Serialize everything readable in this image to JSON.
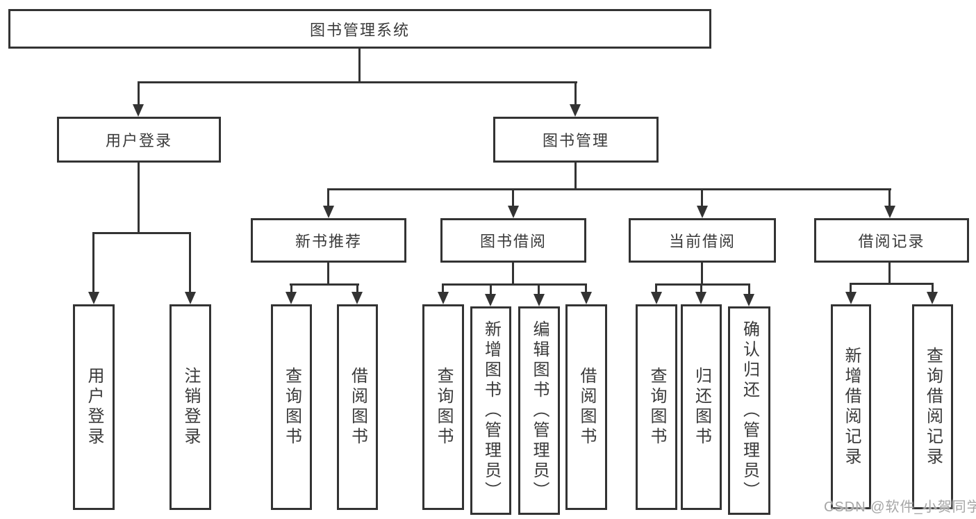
{
  "title": "图书管理系统",
  "branches": {
    "user": {
      "label": "用户登录",
      "children": [
        "用户登录",
        "注销登录"
      ]
    },
    "mgmt": {
      "label": "图书管理"
    },
    "rec": {
      "label": "新书推荐",
      "children": [
        "查询图书",
        "借阅图书"
      ]
    },
    "borrow": {
      "label": "图书借阅",
      "children": [
        "查询图书",
        "新增图书（管理员）",
        "编辑图书（管理员）",
        "借阅图书"
      ]
    },
    "current": {
      "label": "当前借阅",
      "children": [
        "查询图书",
        "归还图书",
        "确认归还（管理员）"
      ]
    },
    "records": {
      "label": "借阅记录",
      "children": [
        "新增借阅记录",
        "查询借阅记录"
      ]
    }
  },
  "watermark": "CSDN @软件_小贺同学",
  "colors": {
    "line": "#333333",
    "text": "#3a3a3a",
    "background": "#ffffff",
    "watermark": "#a6a6a6"
  }
}
